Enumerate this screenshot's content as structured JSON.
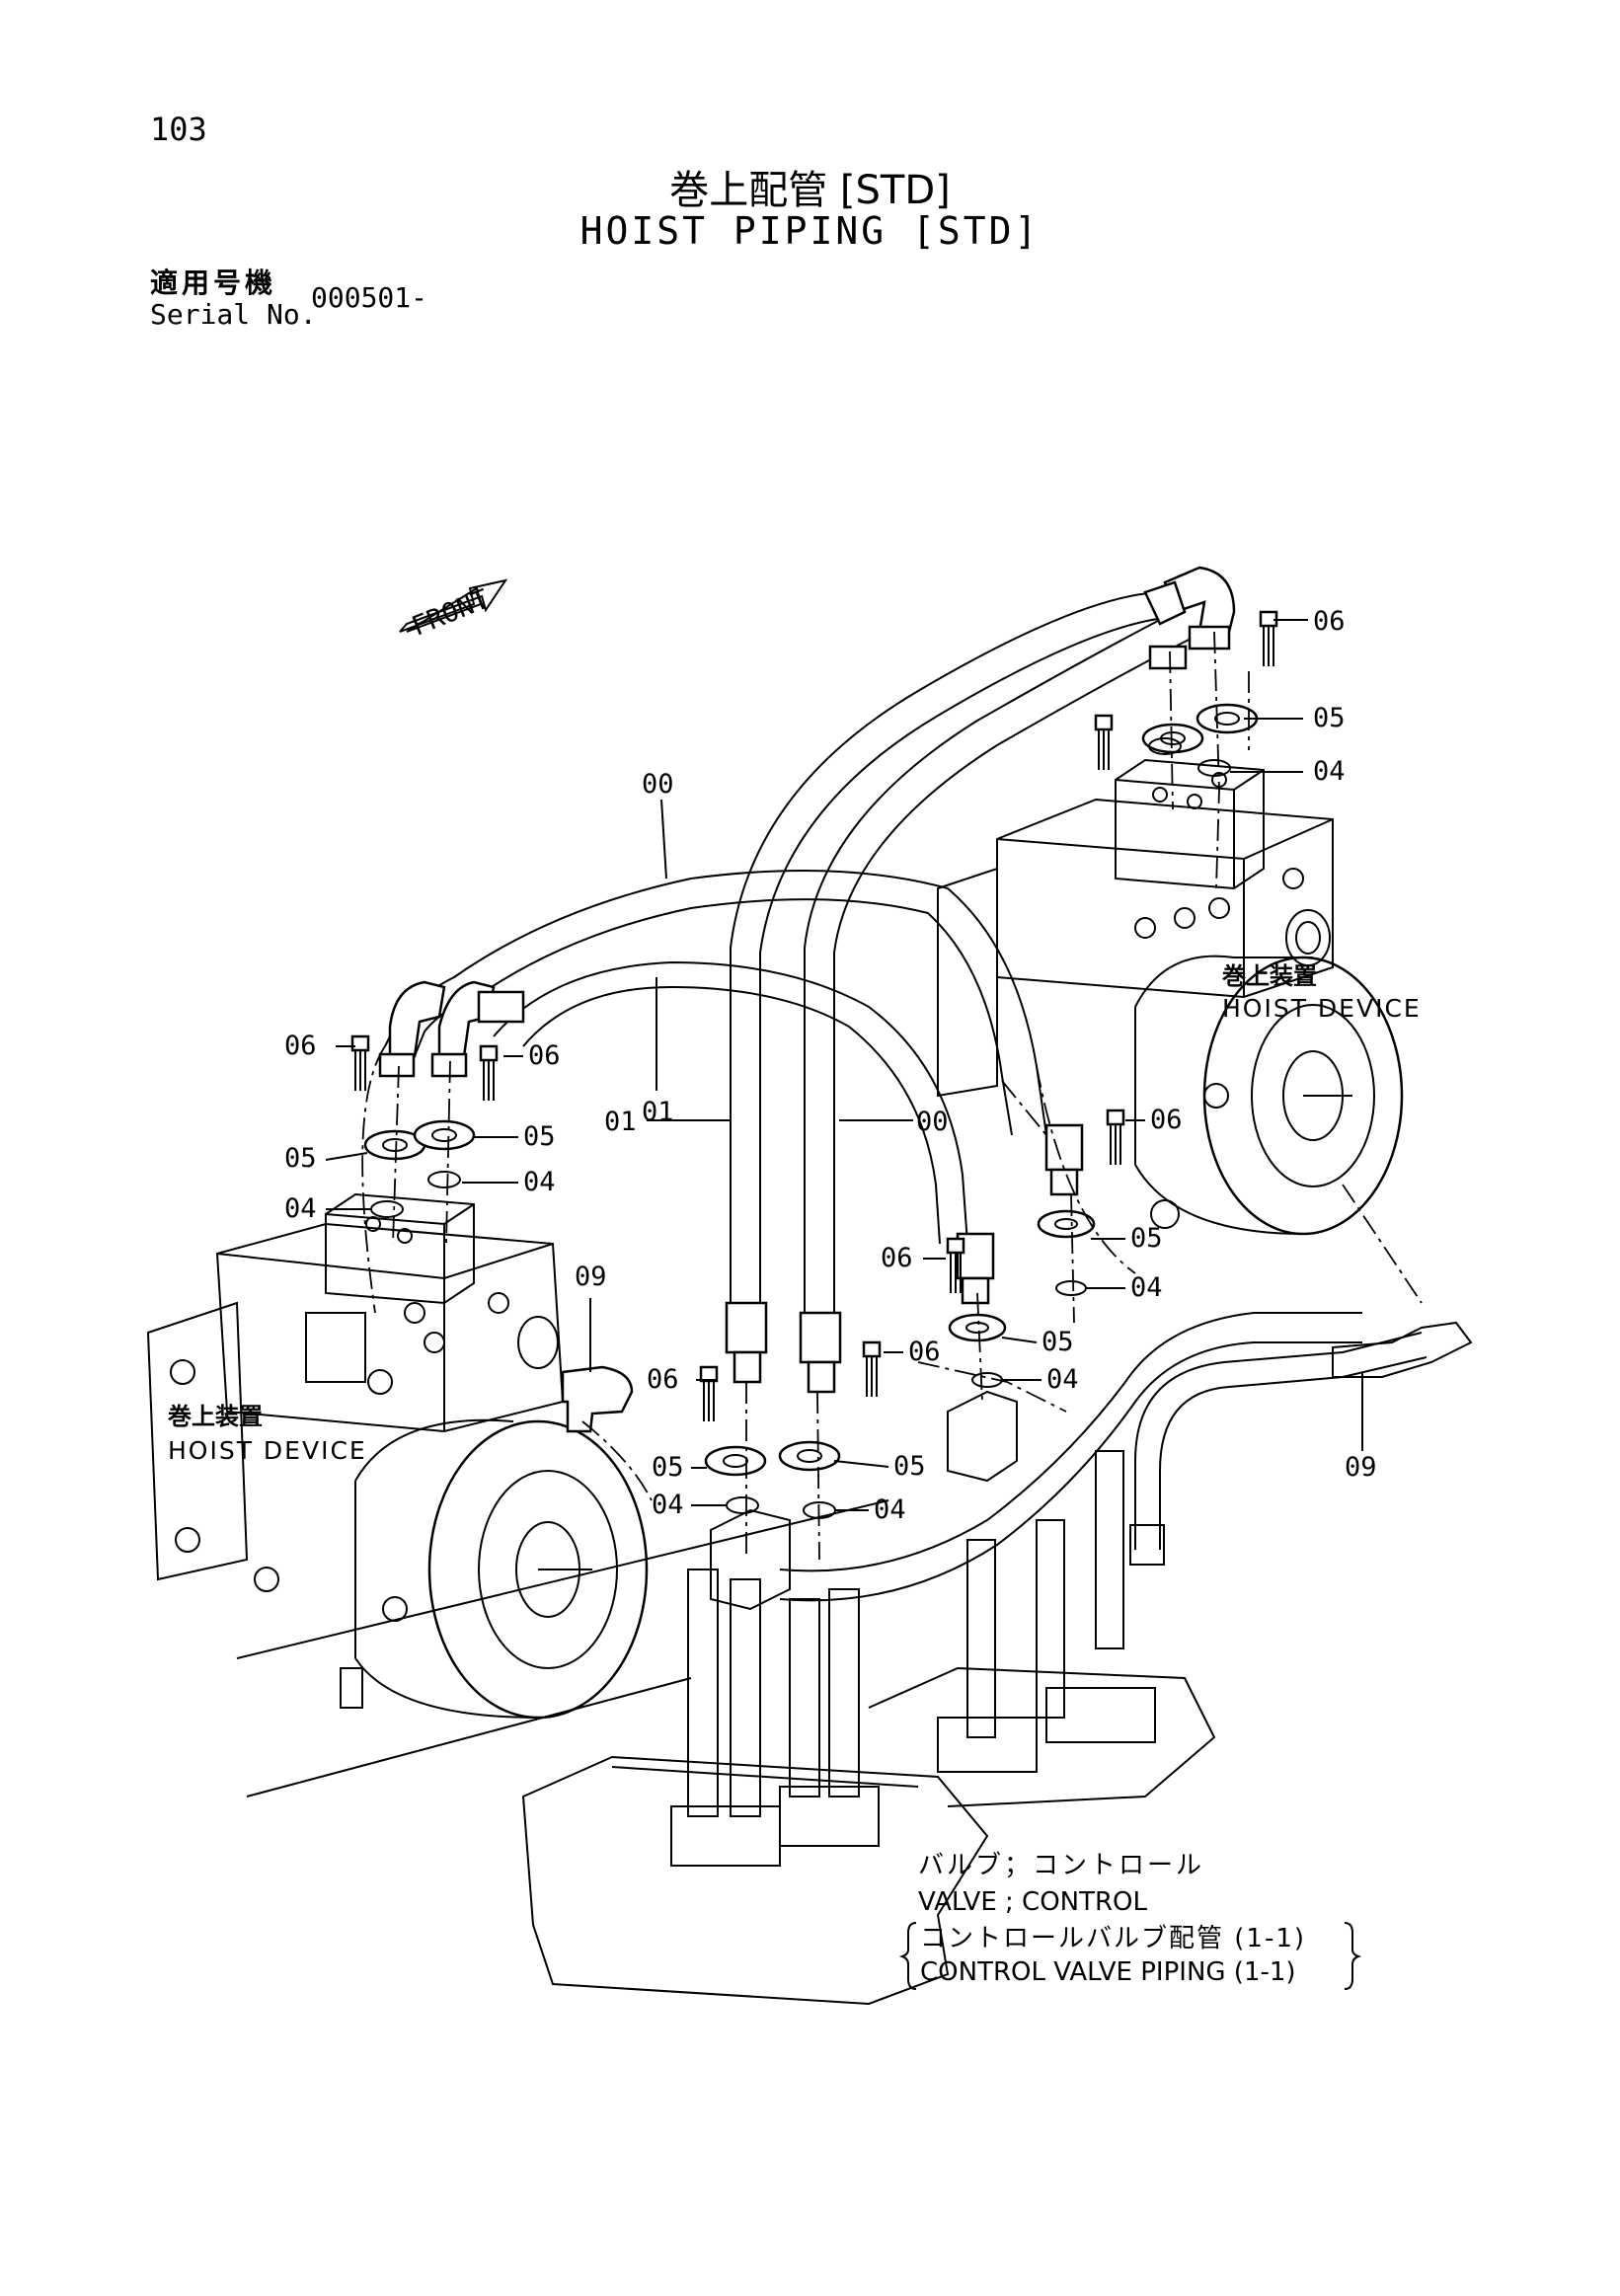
{
  "header": {
    "page_number": "103",
    "title_jp": "巻上配管 [STD]",
    "title_en": "HOIST PIPING [STD]",
    "serial_label_jp": "適用号機",
    "serial_label_en": "Serial No.",
    "serial_value": "000501-"
  },
  "front_label": "FRONT",
  "callouts": {
    "c00_top": "00",
    "c00_mid": "00",
    "c01_mid": "01",
    "c01_left": "01",
    "c06_tr": "06",
    "c05_tr": "05",
    "c04_tr": "04",
    "c06_l1": "06",
    "c06_l2": "06",
    "c05_l1": "05",
    "c05_l2": "05",
    "c04_l1": "04",
    "c04_l2": "04",
    "c09_left": "09",
    "c06_r": "06",
    "c05_r": "05",
    "c04_r": "04",
    "c06_c1": "06",
    "c06_c2": "06",
    "c06_c3": "06",
    "c05_c1": "05",
    "c05_c2": "05",
    "c05_c3": "05",
    "c04_c1": "04",
    "c04_c2": "04",
    "c04_c3": "04",
    "c09_right": "09"
  },
  "device_right": {
    "jp": "巻上装置",
    "en": "HOIST DEVICE"
  },
  "device_left": {
    "jp": "巻上装置",
    "en": "HOIST DEVICE"
  },
  "valve_note": {
    "line1": "バルブ；コントロール",
    "line2": "VALVE ; CONTROL",
    "line3": "コントロールバルブ配管 (1-1)",
    "line4": "CONTROL VALVE PIPING (1-1)"
  }
}
